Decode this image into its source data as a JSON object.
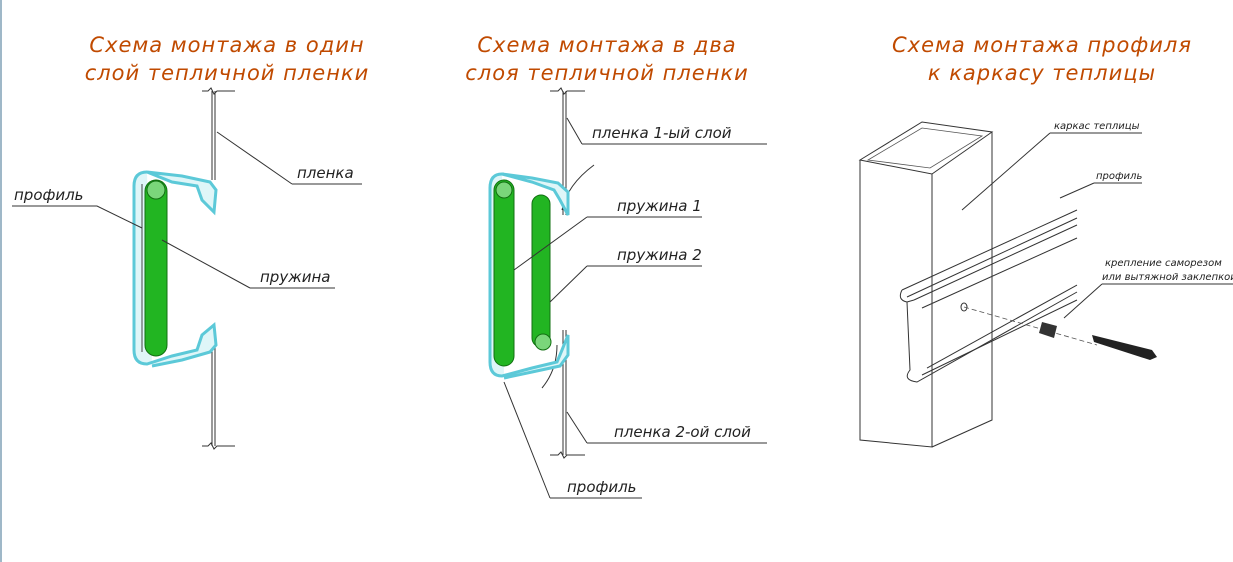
{
  "panels": [
    {
      "title_line1": "Схема  монтажа в один",
      "title_line2": "слой тепличной пленки",
      "labels": {
        "film": "пленка",
        "profile": "профиль",
        "spring": "пружина"
      }
    },
    {
      "title_line1": "Схема  монтажа в два",
      "title_line2": "слоя тепличной пленки",
      "labels": {
        "film1": "пленка 1-ый слой",
        "spring1": "пружина 1",
        "spring2": "пружина 2",
        "film2": "пленка 2-ой слой",
        "profile": "профиль"
      }
    },
    {
      "title_line1": "Схема  монтажа профиля",
      "title_line2": "к каркасу теплицы",
      "labels": {
        "frame": "каркас теплицы",
        "profile": "профиль",
        "fastening1": "крепление саморезом",
        "fastening2": "или вытяжной заклепкой"
      }
    }
  ],
  "colors": {
    "title": "#c04a00",
    "profile": "#5cc9d8",
    "spring": "#22b522"
  }
}
